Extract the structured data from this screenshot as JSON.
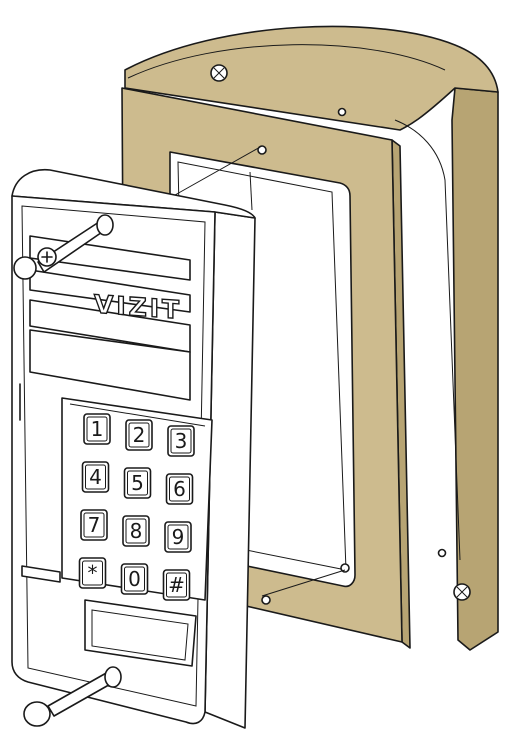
{
  "panel": {
    "brand": "VIZIT",
    "keys": [
      "1",
      "2",
      "3",
      "4",
      "5",
      "6",
      "7",
      "8",
      "9",
      "*",
      "0",
      "#"
    ]
  },
  "colors": {
    "housing_fill": "#cdbb8e",
    "housing_shade": "#b7a473",
    "panel_fill": "#ffffff",
    "outline": "#1a1a1a"
  },
  "icons": [
    "screw-icon",
    "phillips-screw-head-icon",
    "bolt-icon"
  ]
}
